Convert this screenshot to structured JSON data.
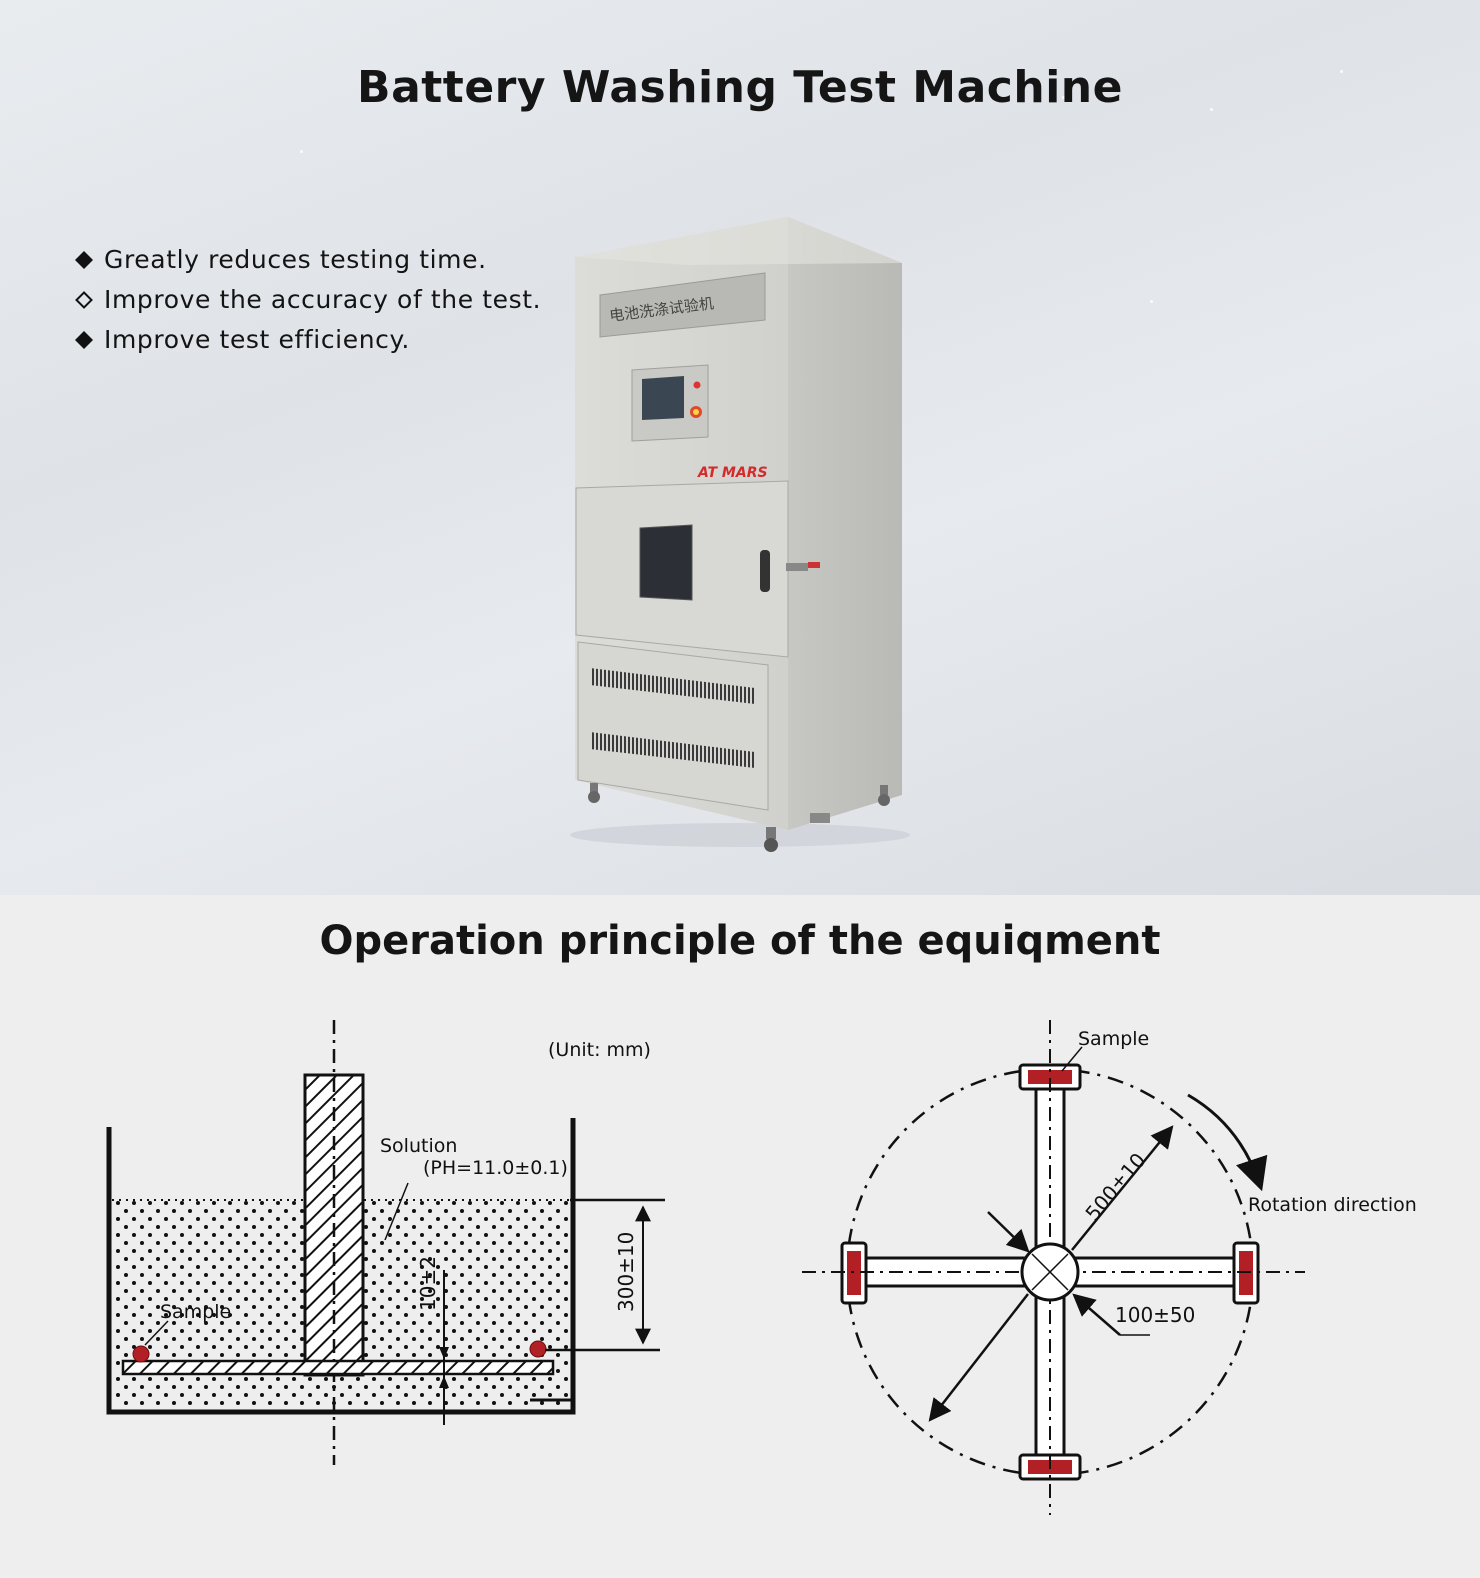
{
  "page": {
    "title": "Battery Washing Test Machine",
    "features": [
      {
        "bullet": "filled-diamond",
        "text": "Greatly reduces testing time."
      },
      {
        "bullet": "outline-diamond",
        "text": "Improve the accuracy of the test."
      },
      {
        "bullet": "filled-diamond",
        "text": "Improve test efficiency."
      }
    ],
    "section_title": "Operation principle of the equiqment"
  },
  "machine": {
    "panel_label": "电池洗涤试验机",
    "brand_prefix": "A",
    "brand_name": "T MARS",
    "colors": {
      "body": "#d6d6d2",
      "side": "#c4c4c0",
      "brand": "#d62a2a",
      "screen": "#3a4753"
    }
  },
  "tank_diagram": {
    "unit": "(Unit: mm)",
    "solution_label": "Solution",
    "solution_ph": "(PH=11.0±0.1)",
    "sample_label": "Sample",
    "dim_height": "300±10",
    "dim_bottom": "10±2",
    "colors": {
      "sample": "#b21f24"
    }
  },
  "rotor_diagram": {
    "sample_label": "Sample",
    "rotation_label": "Rotation direction",
    "dim_radius": "500±10",
    "dim_hub": "100±50",
    "colors": {
      "sample": "#b21f24"
    }
  }
}
